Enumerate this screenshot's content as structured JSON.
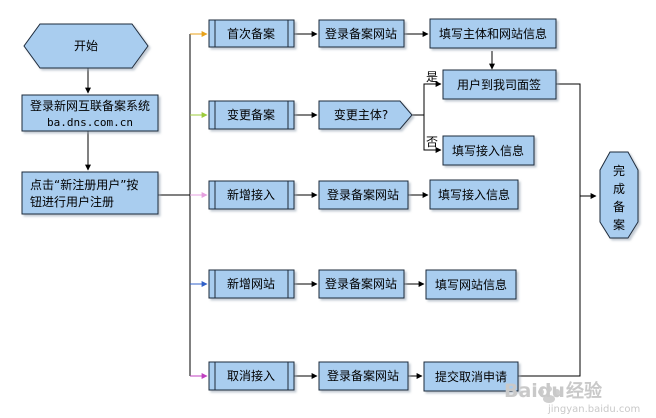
{
  "diagram": {
    "start": "开始",
    "login_system_line1": "登录新网互联备案系统",
    "login_system_line2": "ba.dns.com.cn",
    "register_line1": "点击“新注册用户”按",
    "register_line2": "钮进行用户注册",
    "complete_chars": [
      "完",
      "成",
      "备",
      "案"
    ],
    "rows": {
      "first": {
        "type": "首次备案",
        "step2": "登录备案网站",
        "step3": "填写主体和网站信息"
      },
      "change": {
        "type": "变更备案",
        "question": "变更主体?",
        "yes": "是",
        "no": "否",
        "yes_step": "用户到我司面签",
        "no_step": "填写接入信息"
      },
      "access": {
        "type": "新增接入",
        "step2": "登录备案网站",
        "step3": "填写接入信息"
      },
      "site": {
        "type": "新增网站",
        "step2": "登录备案网站",
        "step3": "填写网站信息"
      },
      "cancel": {
        "type": "取消接入",
        "step2": "登录备案网站",
        "step3": "提交取消申请"
      }
    },
    "colors": {
      "box_fill": "#a9cdef",
      "box_stroke": "#1e2a3a",
      "arrow": "#000000",
      "arrow_first": "#e8a21a",
      "arrow_change": "#9ccc3c",
      "arrow_access": "#e6a0e0",
      "arrow_site": "#3060c8",
      "arrow_cancel": "#c040c0"
    }
  },
  "watermark": {
    "brand": "Baidu",
    "brand_cn": "经验",
    "url": "jingyan.baidu.com"
  }
}
